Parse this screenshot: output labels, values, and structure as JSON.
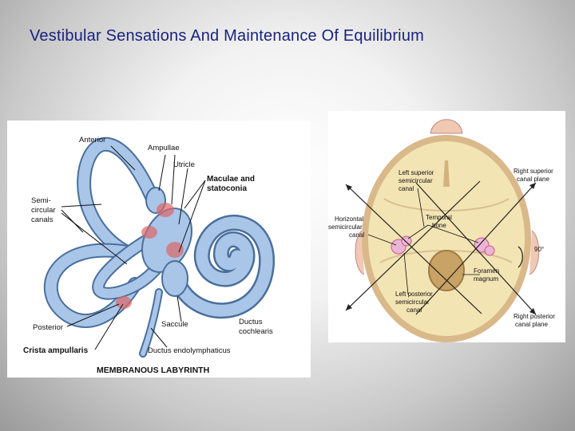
{
  "slide": {
    "title": "Vestibular Sensations And Maintenance Of Equilibrium"
  },
  "left_figure": {
    "labels": {
      "anterior": "Anterior",
      "ampullae": "Ampullae",
      "utricle": "Utricle",
      "maculae_1": "Maculae and",
      "maculae_2": "statoconia",
      "semi_1": "Semi-",
      "semi_2": "circular",
      "semi_3": "canals",
      "posterior": "Posterior",
      "crista": "Crista ampullaris",
      "saccule": "Saccule",
      "ductus_c_1": "Ductus",
      "ductus_c_2": "cochlearis",
      "ductus_e": "Ductus endolymphaticus",
      "caption": "MEMBRANOUS LABYRINTH"
    }
  },
  "right_figure": {
    "labels": {
      "lsc_1": "Left superior",
      "lsc_2": "semicircular",
      "lsc_3": "canal",
      "rscp_1": "Right superior",
      "rscp_2": "canal plane",
      "hsc_1": "Horizontal",
      "hsc_2": "semicircular",
      "hsc_3": "canal",
      "tb_1": "Temporal",
      "tb_2": "bone",
      "angle": "90°",
      "fm_1": "Foramen",
      "fm_2": "magnum",
      "lpc_1": "Left posterior",
      "lpc_2": "semicircular",
      "lpc_3": "canal",
      "rpcp_1": "Right posterior",
      "rpcp_2": "canal plane"
    }
  },
  "colors": {
    "title": "#1a237e",
    "labyrinth_fill": "#a9c6e8",
    "labyrinth_stroke": "#4a6f9c",
    "skull_fill": "#f3e4b4",
    "canal_pink": "#e9b6d6"
  }
}
